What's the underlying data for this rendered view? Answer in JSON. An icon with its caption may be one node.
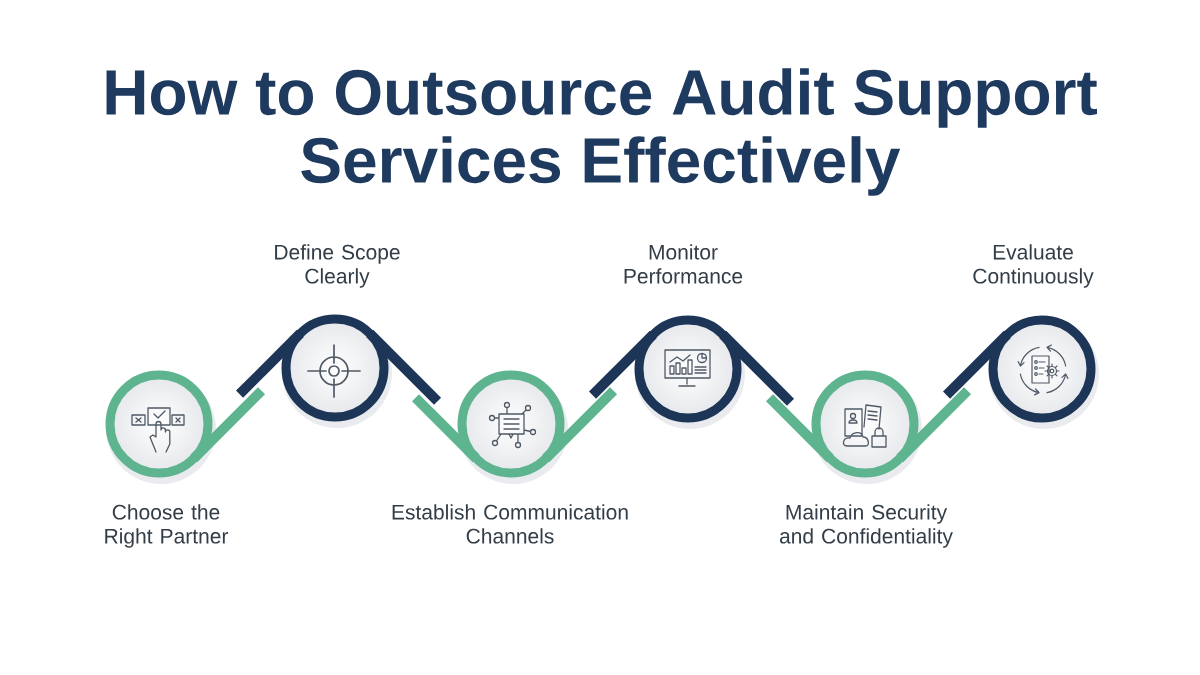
{
  "diagram": {
    "title": "How to Outsource Audit Support Services Effectively",
    "nodes": [
      {
        "text": [
          "Choose the Right Partner"
        ]
      },
      {
        "text": [
          "Define Scope Clearly"
        ]
      },
      {
        "text": [
          "Establish Communication Channels"
        ]
      },
      {
        "text": [
          "Monitor Performance"
        ]
      },
      {
        "text": [
          "Maintain Security and Confidentiality"
        ]
      },
      {
        "text": [
          "Evaluate Continuously"
        ]
      }
    ],
    "edges": [
      {
        "from": 0,
        "to": 1,
        "arrow": "none"
      },
      {
        "from": 1,
        "to": 2,
        "arrow": "none",
        "color": "#1d3557"
      },
      {
        "from": 2,
        "to": 3,
        "arrow": "none"
      },
      {
        "from": 3,
        "to": 4,
        "arrow": "none",
        "color": "#1d3557"
      },
      {
        "from": 4,
        "to": 5,
        "arrow": "none"
      }
    ]
  }
}
